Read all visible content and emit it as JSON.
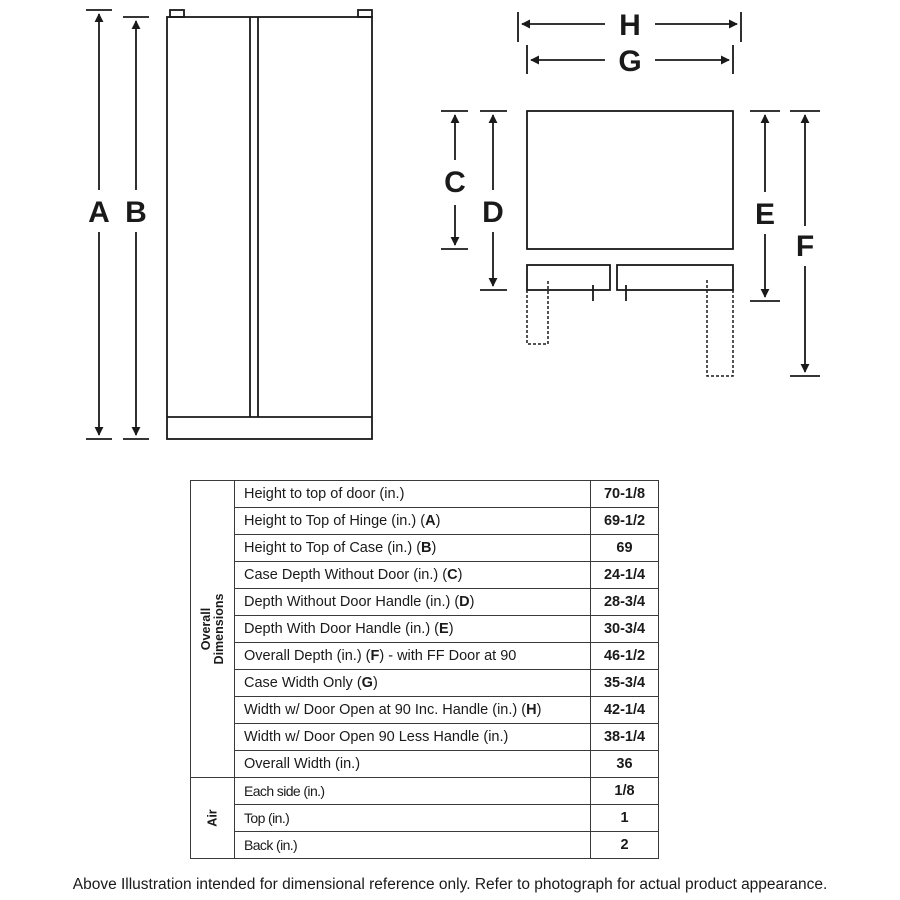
{
  "diagram": {
    "side_view_labels": [
      "A",
      "B"
    ],
    "top_view_labels": [
      "H",
      "G",
      "C",
      "D",
      "E",
      "F"
    ]
  },
  "table": {
    "groups": [
      {
        "title": "Overall Dimensions",
        "rows": [
          {
            "text": "Height to top of door (in.)",
            "letter": "",
            "value": "70-1/8"
          },
          {
            "text": "Height to Top of Hinge (in.) (",
            "letter": "A",
            "suffix": ")",
            "value": "69-1/2"
          },
          {
            "text": "Height to Top of Case (in.) (",
            "letter": "B",
            "suffix": ")",
            "value": "69"
          },
          {
            "text": "Case Depth Without Door (in.) (",
            "letter": "C",
            "suffix": ")",
            "value": "24-1/4"
          },
          {
            "text": "Depth Without Door Handle (in.) (",
            "letter": "D",
            "suffix": ")",
            "value": "28-3/4"
          },
          {
            "text": "Depth With Door Handle (in.) (",
            "letter": "E",
            "suffix": ")",
            "value": "30-3/4"
          },
          {
            "text": "Overall Depth (in.) (",
            "letter": "F",
            "suffix": ") - with FF Door at 90",
            "value": "46-1/2"
          },
          {
            "text": "Case Width Only (",
            "letter": "G",
            "suffix": ")",
            "value": "35-3/4"
          },
          {
            "text": "Width w/ Door Open at 90 Inc. Handle (in.) (",
            "letter": "H",
            "suffix": ")",
            "value": "42-1/4"
          },
          {
            "text": "Width w/ Door Open 90 Less Handle (in.)",
            "letter": "",
            "value": "38-1/4"
          },
          {
            "text": "Overall Width (in.)",
            "letter": "",
            "value": "36"
          }
        ]
      },
      {
        "title": "Air",
        "rows": [
          {
            "text": "Each side (in.)",
            "letter": "",
            "value": "1/8"
          },
          {
            "text": "Top (in.)",
            "letter": "",
            "value": "1"
          },
          {
            "text": "Back (in.)",
            "letter": "",
            "value": "2"
          }
        ]
      }
    ]
  },
  "footnote": "Above Illustration intended for dimensional reference only. Refer to photograph for actual product appearance."
}
